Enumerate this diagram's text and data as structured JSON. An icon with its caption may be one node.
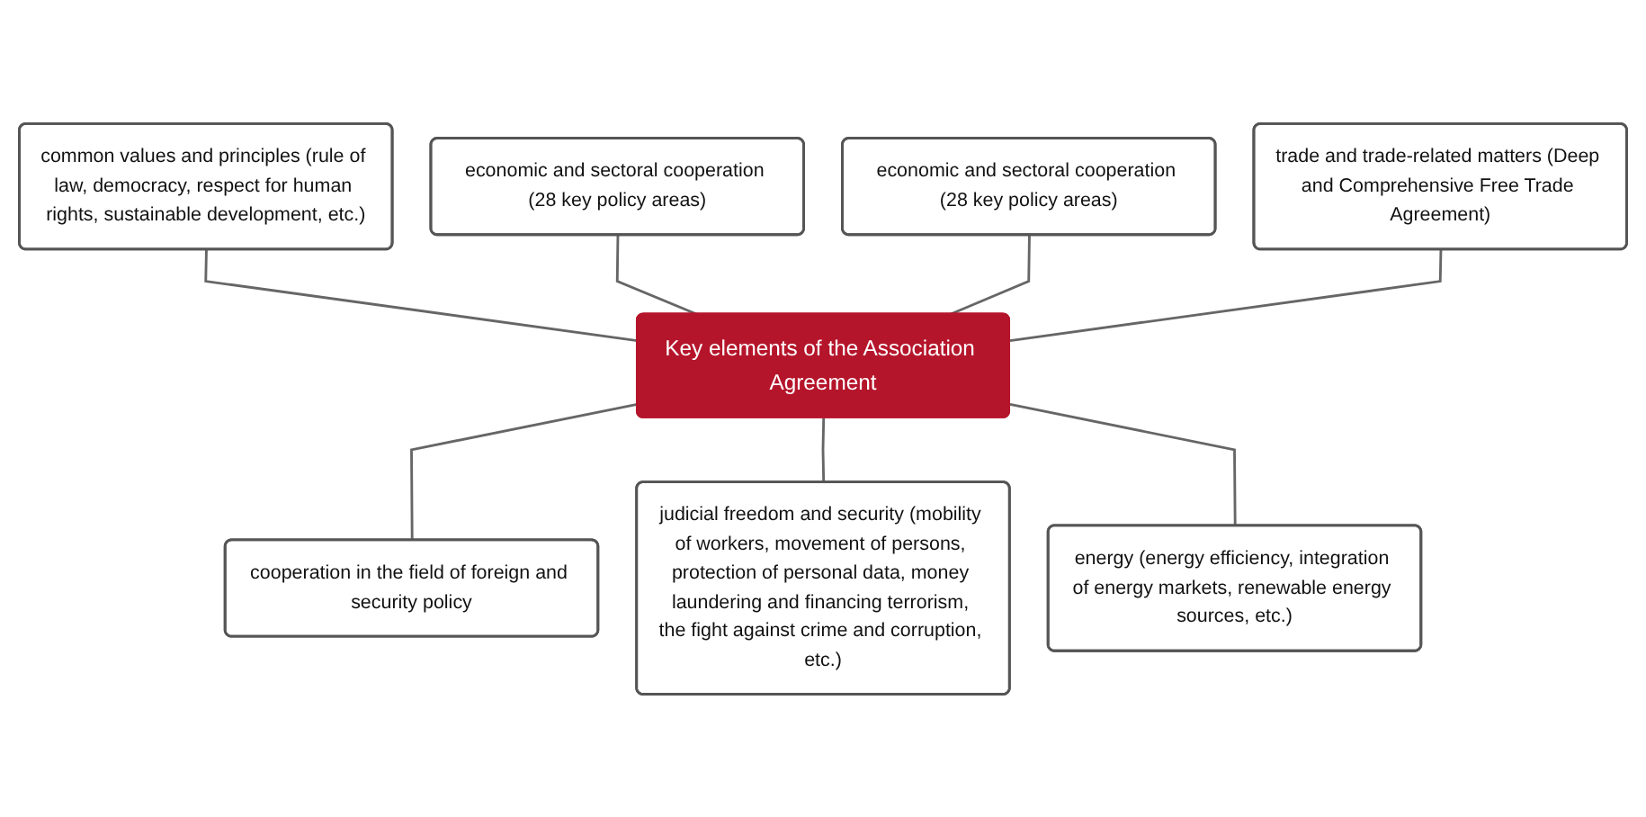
{
  "diagram": {
    "nodes": [
      {
        "text": [
          "common values and principles (rule of law, democracy, respect for human rights, sustainable development, etc.)"
        ]
      },
      {
        "text": [
          "economic and sectoral cooperation (28 key policy areas)"
        ]
      },
      {
        "text": [
          "economic and sectoral cooperation (28 key policy areas)"
        ]
      },
      {
        "text": [
          "trade and trade-related matters (Deep and Comprehensive Free Trade Agreement)"
        ]
      },
      {
        "text": [
          "Key elements of the Association Agreement"
        ]
      },
      {
        "text": [
          "cooperation in the field of foreign and security policy"
        ]
      },
      {
        "text": [
          "judicial freedom and security (mobility of workers, movement of persons, protection of personal data, money laundering and financing terrorism, the fight against crime and corruption, etc.)"
        ]
      },
      {
        "text": [
          "energy (energy efficiency, integration of energy markets, renewable energy sources, etc.)"
        ]
      }
    ],
    "edges": [
      {
        "from": 0,
        "to": 4,
        "arrow": "none"
      },
      {
        "from": 1,
        "to": 4,
        "arrow": "none"
      },
      {
        "from": 2,
        "to": 4,
        "arrow": "none"
      },
      {
        "from": 3,
        "to": 4,
        "arrow": "none"
      },
      {
        "from": 4,
        "to": 5,
        "arrow": "none"
      },
      {
        "from": 4,
        "to": 6,
        "arrow": "none"
      },
      {
        "from": 4,
        "to": 7,
        "arrow": "none"
      }
    ]
  }
}
